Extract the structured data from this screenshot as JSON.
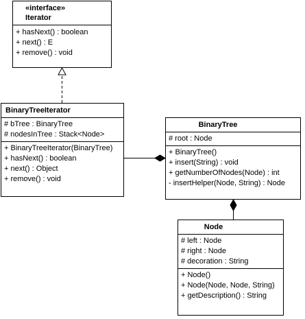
{
  "classes": {
    "iterator": {
      "stereotype": "«interface»",
      "name": "Iterator",
      "attributes": [],
      "operations": [
        "+ hasNext() : boolean",
        "+ next() : E",
        "+ remove() : void"
      ]
    },
    "binary_tree_iterator": {
      "name": "BinaryTreeIterator",
      "attributes": [
        "# bTree : BinaryTree",
        "# nodesInTree : Stack<Node>"
      ],
      "operations": [
        "+ BinaryTreeIterator(BinaryTree)",
        "+ hasNext() : boolean",
        "+ next() : Object",
        "+ remove() : void"
      ]
    },
    "binary_tree": {
      "name": "BinaryTree",
      "attributes": [
        "# root : Node"
      ],
      "operations": [
        "+ BinaryTree()",
        "+ insert(String) : void",
        "+ getNumberOfNodes(Node) : int",
        "- insertHelper(Node, String) : Node"
      ]
    },
    "node": {
      "name": "Node",
      "attributes": [
        "# left : Node",
        "# right : Node",
        "# decoration : String"
      ],
      "operations": [
        "+ Node()",
        "+ Node(Node, Node, String)",
        "+ getDescription() : String"
      ]
    }
  },
  "relations": [
    {
      "type": "realization",
      "from": "BinaryTreeIterator",
      "to": "Iterator"
    },
    {
      "type": "composition",
      "from": "BinaryTreeIterator",
      "to": "BinaryTree"
    },
    {
      "type": "composition",
      "from": "Node",
      "to": "BinaryTree"
    }
  ]
}
